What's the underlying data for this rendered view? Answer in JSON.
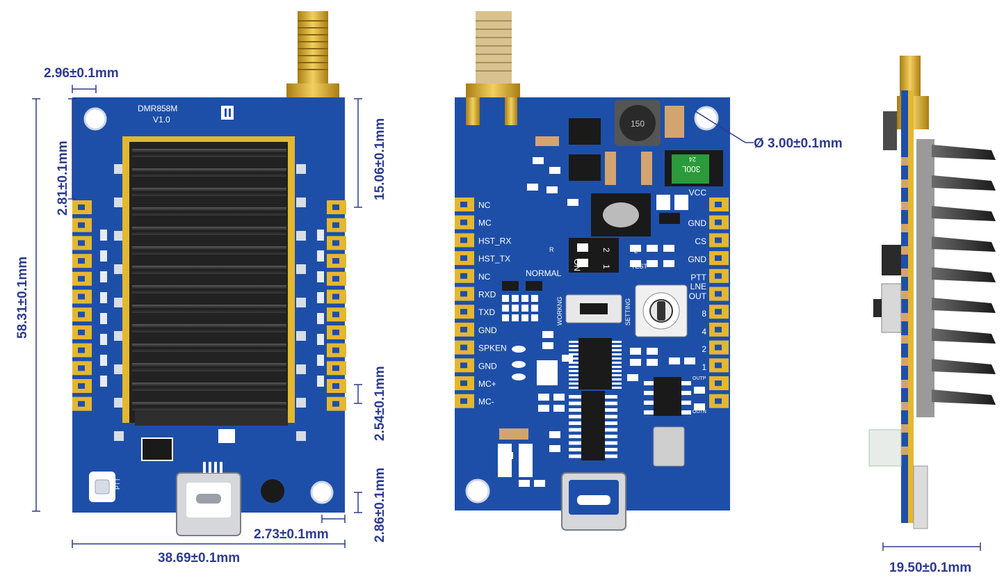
{
  "colors": {
    "pcb": "#1e4fa8",
    "pcb_dark": "#163f8c",
    "gold": "#e4b730",
    "dimension": "#2d3b8f",
    "heatsink": "#2a2a2a"
  },
  "dimensions": {
    "top_hole_offset": "2.96±0.1mm",
    "top_pad_offset": "2.81±0.1mm",
    "board_height": "58.31±0.1mm",
    "antenna_offset": "15.06±0.1mm",
    "pin_pitch": "2.54±0.1mm",
    "bottom_hole_offset": "2.86±0.1mm",
    "bottom_right_hole_offset": "2.73±0.1mm",
    "board_width": "38.69±0.1mm",
    "hole_diameter": "Ø 3.00±0.1mm",
    "side_thickness": "19.50±0.1mm"
  },
  "front_board": {
    "model": "DMR858M",
    "version": "V1.0",
    "ptt_label": "PTT"
  },
  "back_board": {
    "left_pins": [
      "NC",
      "MC",
      "HST_RX",
      "HST_TX",
      "NC",
      "RXD",
      "TXD",
      "GND",
      "SPKEN",
      "GND",
      "MC+",
      "MC-"
    ],
    "right_pins": [
      "VCC",
      "GND",
      "CS",
      "GND",
      "PTT",
      "LNE",
      "OUT",
      "8",
      "4",
      "2",
      "1"
    ],
    "normal_label": "NORMAL",
    "working_label": "WORKNG",
    "setting_label": "SETTING",
    "on_label": "ON",
    "fuse_label": "300L",
    "fuse_code": "24",
    "inductor_label": "150",
    "test_label": "TEST",
    "outp_label": "OUTP",
    "outn_label": "OUTN",
    "r_label": "R",
    "l_label": "L",
    "dip_1": "1",
    "dip_2": "2"
  }
}
